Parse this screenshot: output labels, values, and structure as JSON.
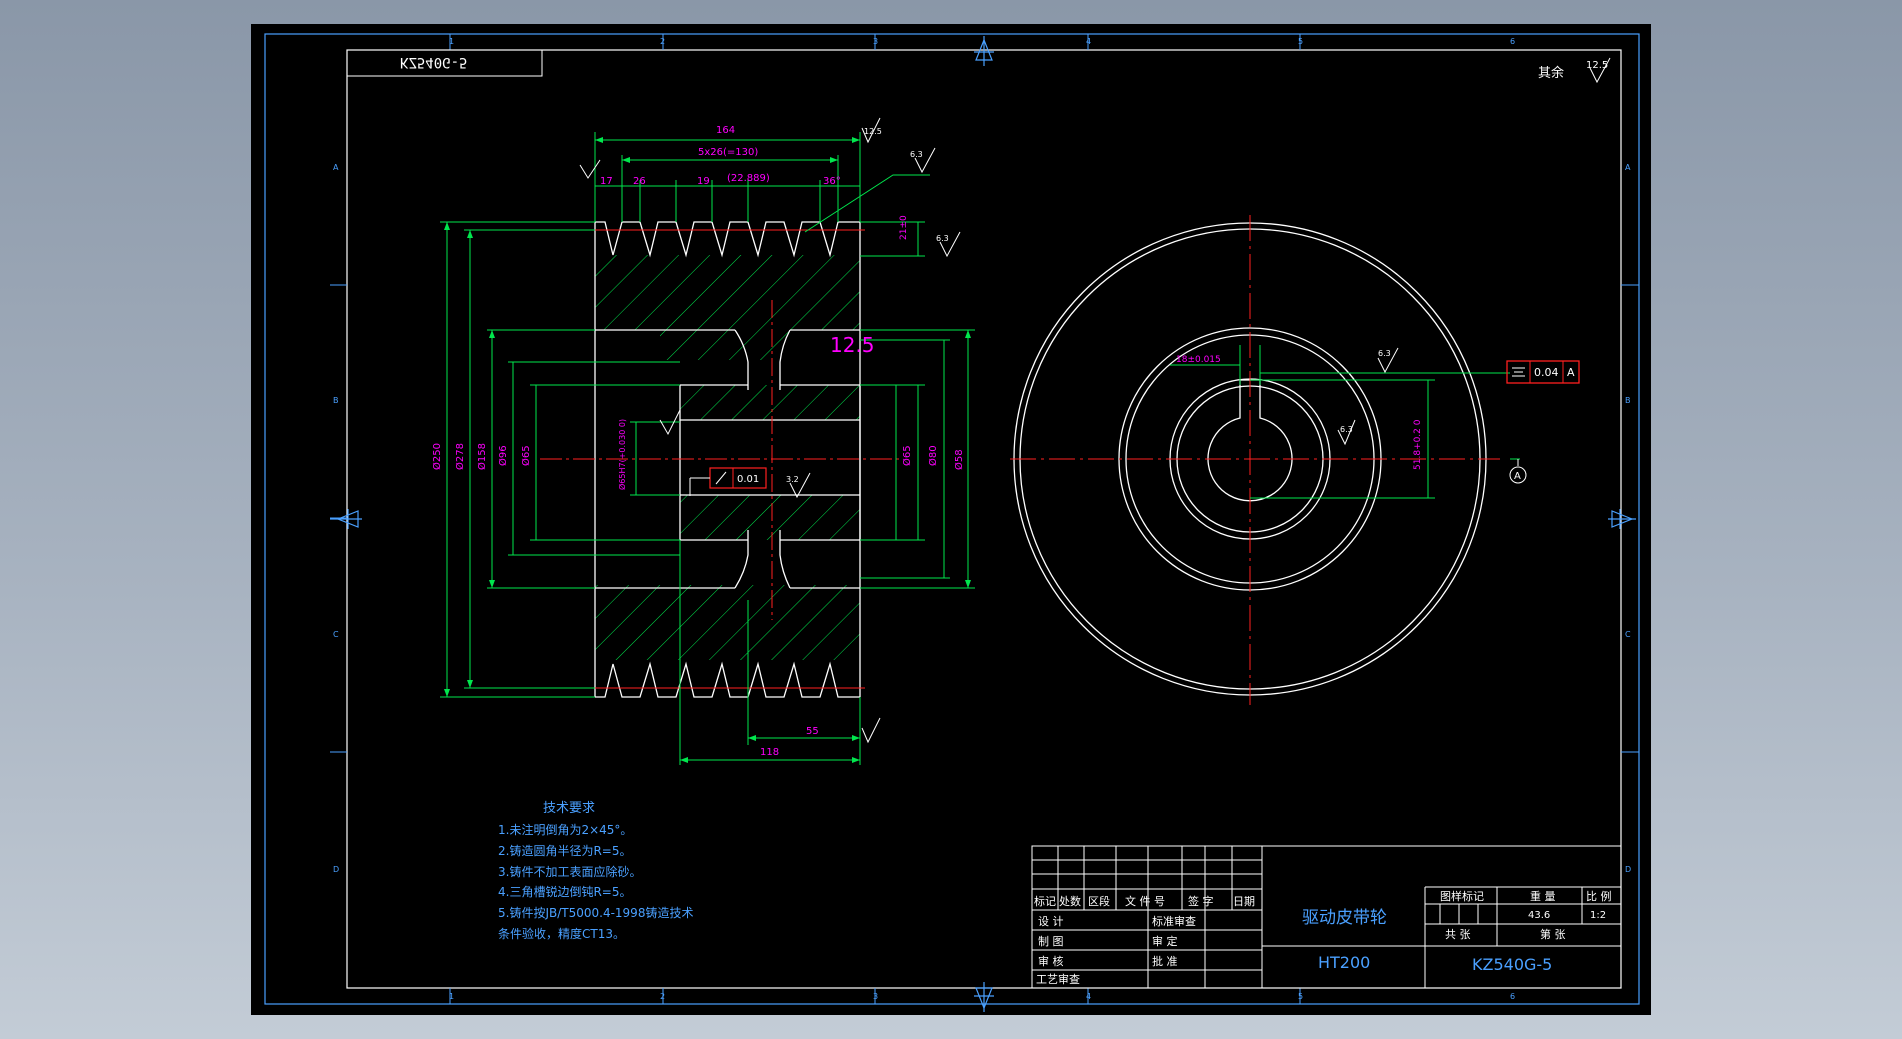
{
  "drawing": {
    "code_mirrored": "KZ540G-5",
    "roughness_other_label": "其余",
    "roughness_other_value": "12.5",
    "zone_numbers": [
      "1",
      "2",
      "3",
      "4",
      "5",
      "6"
    ],
    "zone_letters": [
      "A",
      "B",
      "C",
      "D"
    ]
  },
  "dimensions": {
    "width_total": "164",
    "groove_pitch": "5x26(=130)",
    "edge_17": "17",
    "pitch_26": "26",
    "groove_19": "19",
    "groove_ref": "(22.889)",
    "angle": "36°",
    "rough_12_5": "12.5",
    "rough_6_3": "6.3",
    "depth": "21±0",
    "big_rough": "12.5",
    "phi250": "Ø250",
    "phi278": "Ø278",
    "phi158": "Ø158",
    "phi96": "Ø96",
    "phi65_right": "Ø65",
    "phi80": "Ø80",
    "phi58": "Ø58",
    "bore_tol": "Ø65H7(+0.030 0)",
    "runout": "0.01",
    "rough_3_2": "3.2",
    "len_55": "55",
    "len_118": "118",
    "key_tol": "18±0.015",
    "rough_side": "6.3",
    "rough_key": "6.3",
    "keyway": "51.8+0.2 0",
    "sym_tol": "0.04",
    "datum": "A"
  },
  "tech_requirements": {
    "title": "技术要求",
    "items": [
      "1.未注明倒角为2×45°。",
      "2.铸造圆角半径为R=5。",
      "3.铸件不加工表面应除砂。",
      "4.三角槽锐边倒钝R=5。",
      "5.铸件按JB/T5000.4-1998铸造技术",
      "条件验收，精度CT13。"
    ]
  },
  "title_block": {
    "part_name": "驱动皮带轮",
    "material": "HT200",
    "drawing_no": "KZ540G-5",
    "hdr_mark": "标记",
    "hdr_count": "处数",
    "hdr_zone": "区段",
    "hdr_docno": "文 件 号",
    "hdr_sign": "签 字",
    "hdr_date": "日期",
    "design": "设  计",
    "std_review": "标准审查",
    "draw": "制  图",
    "review": "审  定",
    "check": "审  核",
    "approve": "批  准",
    "process_review": "工艺审查",
    "stage_mark": "图样标记",
    "weight_label": "重  量",
    "scale_label": "比 例",
    "weight_value": "43.6",
    "scale_value": "1:2",
    "total_sheets": "共    张",
    "sheet_no": "第    张"
  }
}
